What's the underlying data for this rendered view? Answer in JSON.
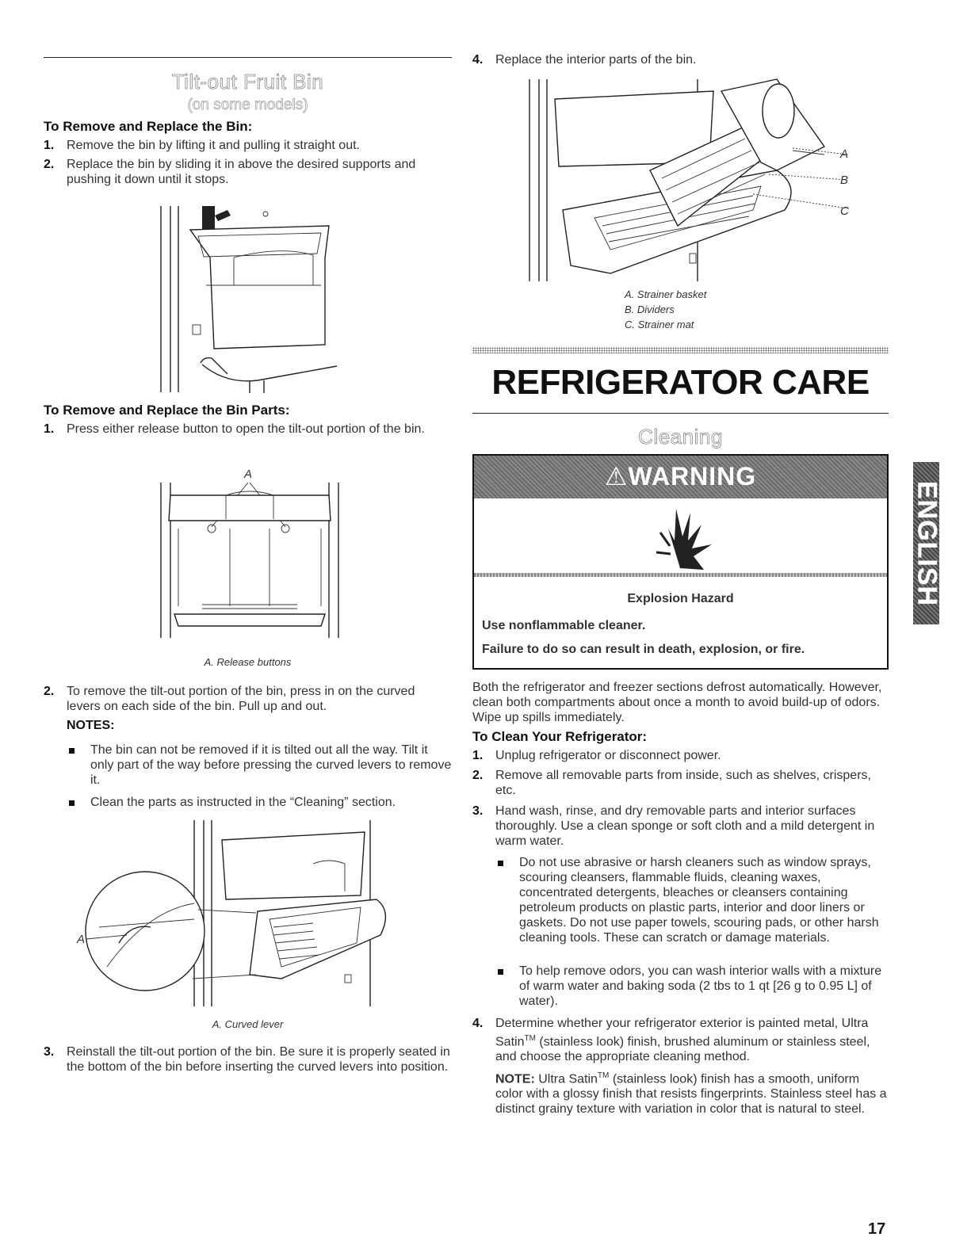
{
  "left": {
    "section_title": "Tilt-out Fruit Bin",
    "section_subtitle": "(on some models)",
    "bin_heading": "To Remove and Replace the Bin:",
    "bin_steps": [
      {
        "num": "1.",
        "text": "Remove the bin by lifting it and pulling it straight out."
      },
      {
        "num": "2.",
        "text": "Replace the bin by sliding it in above the desired supports and pushing it down until it stops."
      }
    ],
    "parts_heading": "To Remove and Replace the Bin Parts:",
    "parts_step1": {
      "num": "1.",
      "text": "Press either release button to open the tilt-out portion of the bin."
    },
    "fig2_label": "A",
    "fig2_caption": "A. Release buttons",
    "parts_step2": {
      "num": "2.",
      "text": "To remove the tilt-out portion of the bin, press in on the curved levers on each side of the bin. Pull up and out."
    },
    "notes_heading": "NOTES:",
    "notes": [
      "The bin can not be removed if it is tilted out all the way. Tilt it only part of the way before pressing the curved levers to remove it.",
      "Clean the parts as instructed in the “Cleaning” section."
    ],
    "fig3_label": "A",
    "fig3_caption": "A. Curved lever",
    "parts_step3": {
      "num": "3.",
      "text": "Reinstall the tilt-out portion of the bin. Be sure it is properly seated in the bottom of the bin before inserting the curved levers into position."
    }
  },
  "right": {
    "step4": {
      "num": "4.",
      "text": "Replace the interior parts of the bin."
    },
    "fig4_labels": [
      "A",
      "B",
      "C"
    ],
    "fig4_captions": [
      "A. Strainer basket",
      "B. Dividers",
      "C. Strainer mat"
    ],
    "big_title": "REFRIGERATOR CARE",
    "section_title": "Cleaning",
    "warning": {
      "label": "⚠WARNING",
      "hazard": "Explosion Hazard",
      "line1": "Use nonflammable cleaner.",
      "line2": "Failure to do so can result in death, explosion, or fire."
    },
    "intro": "Both the refrigerator and freezer sections defrost automatically. However, clean both compartments about once a month to avoid build-up of odors. Wipe up spills immediately.",
    "clean_heading": "To Clean Your Refrigerator:",
    "clean_steps": [
      {
        "num": "1.",
        "text": "Unplug refrigerator or disconnect power."
      },
      {
        "num": "2.",
        "text": "Remove all removable parts from inside, such as shelves, crispers, etc."
      },
      {
        "num": "3.",
        "text": "Hand wash, rinse, and dry removable parts and interior surfaces thoroughly. Use a clean sponge or soft cloth and a mild detergent in warm water."
      }
    ],
    "clean_bullets": [
      "Do not use abrasive or harsh cleaners such as window sprays, scouring cleansers, flammable fluids, cleaning waxes, concentrated detergents, bleaches or cleansers containing petroleum products on plastic parts, interior and door liners or gaskets. Do not use paper towels, scouring pads, or other harsh cleaning tools. These can scratch or damage materials.",
      "To help remove odors, you can wash interior walls with a mixture of warm water and baking soda (2 tbs to 1 qt [26 g to 0.95 L] of water)."
    ],
    "step4_clean": {
      "num": "4.",
      "text_a": "Determine whether your refrigerator exterior is painted metal, Ultra Satin",
      "tm": "TM",
      "text_b": " (stainless look) finish, brushed aluminum or stainless steel, and choose the appropriate cleaning method."
    },
    "note": {
      "label": "NOTE:",
      "text_a": " Ultra Satin",
      "tm": "TM",
      "text_b": " (stainless look) finish has a smooth, uniform color with a glossy finish that resists fingerprints. Stainless steel has a distinct grainy texture with variation in color that is natural to steel."
    }
  },
  "side_tab": "ENGLISH",
  "page_number": "17"
}
